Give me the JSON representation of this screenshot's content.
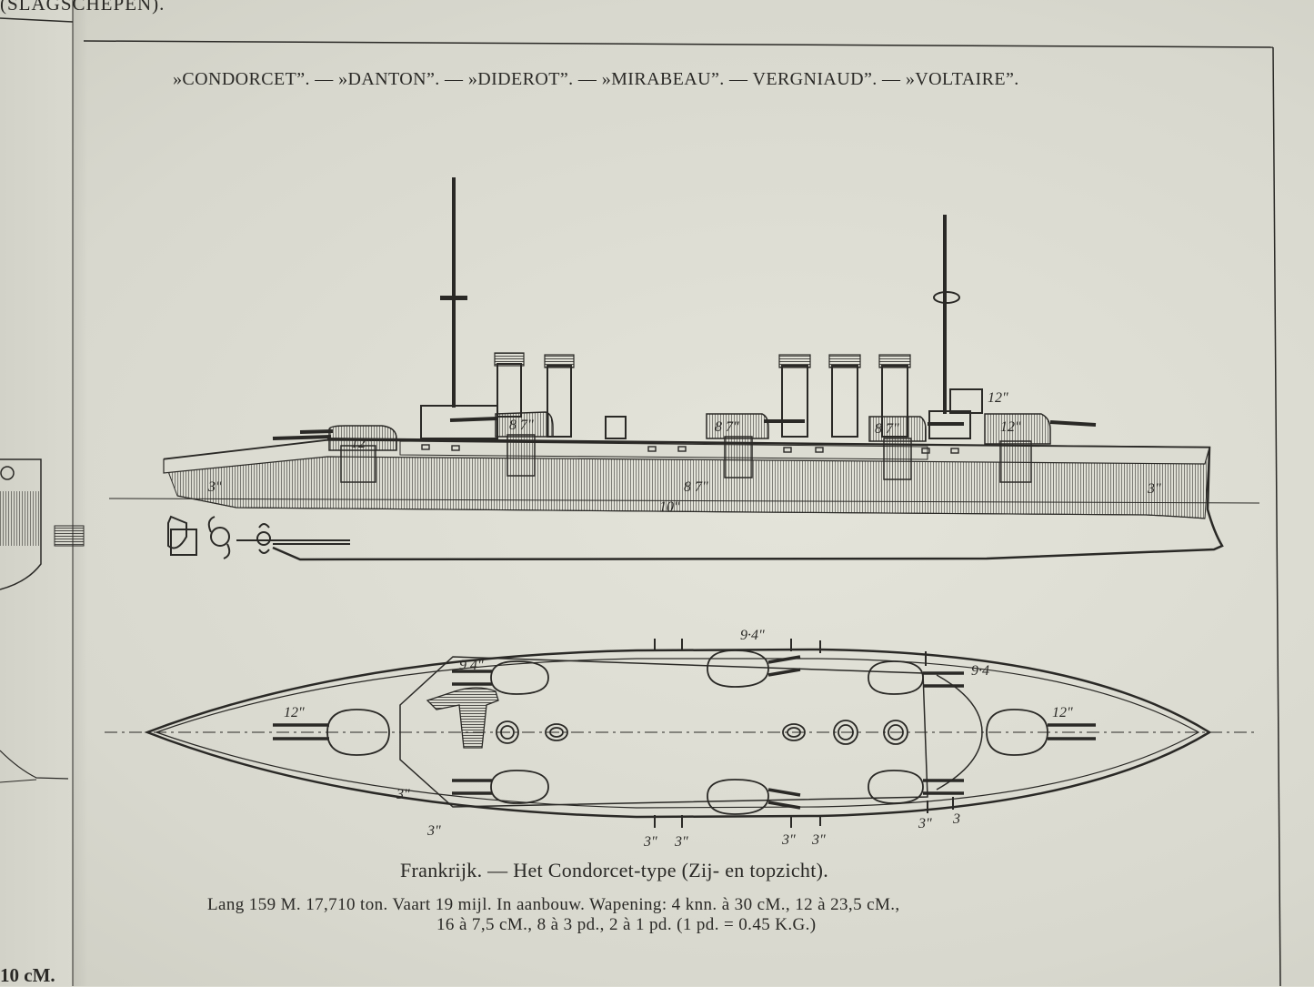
{
  "header": {
    "top_left_cut_label": "(SLAGSCHEPEN).",
    "ship_names": "»CONDORCET”. — »DANTON”. — »DIDEROT”. — »MIRABEAU”. — VERGNIAUD”. — »VOLTAIRE”."
  },
  "side_view_labels": {
    "turret_fore": "12\"",
    "turret_aft": "12\"",
    "aft_mast_top": "12\"",
    "secondary_1": "8 7\"",
    "secondary_2": "8 7\"",
    "secondary_3": "8 7\"",
    "belt_upper": "8 7\"",
    "belt_lower": "10\"",
    "belt_bow": "3\"",
    "belt_stern": "3\""
  },
  "top_view_labels": {
    "fore_turret": "12\"",
    "aft_turret": "12\"",
    "sec_fwd_port": "9 4\"",
    "sec_mid_port": "9·4\"",
    "sec_aft_port": "9·4",
    "bow_armor": "3\"",
    "bottom_1": "3\"",
    "bottom_2": "3\"",
    "bottom_3": "3\"",
    "bottom_4": "3\"",
    "bottom_5": "3\"",
    "bottom_6": "3\"",
    "bottom_7": "3"
  },
  "caption": {
    "title": "Frankrijk. — Het Condorcet-type (Zij- en topzicht).",
    "spec_line_1": "Lang 159 M. 17,710 ton. Vaart 19 mijl. In aanbouw. Wapening: 4 knn. à 30 cM., 12 à 23,5 cM.,",
    "spec_line_2": "16 à 7,5 cM., 8 à 3 pd., 2 à 1 pd. (1 pd. = 0.45 K.G.)"
  },
  "margin": {
    "bottom_left_cut_label": "10 cM."
  },
  "colors": {
    "paper": "#dcdcd2",
    "ink": "#2a2926"
  }
}
